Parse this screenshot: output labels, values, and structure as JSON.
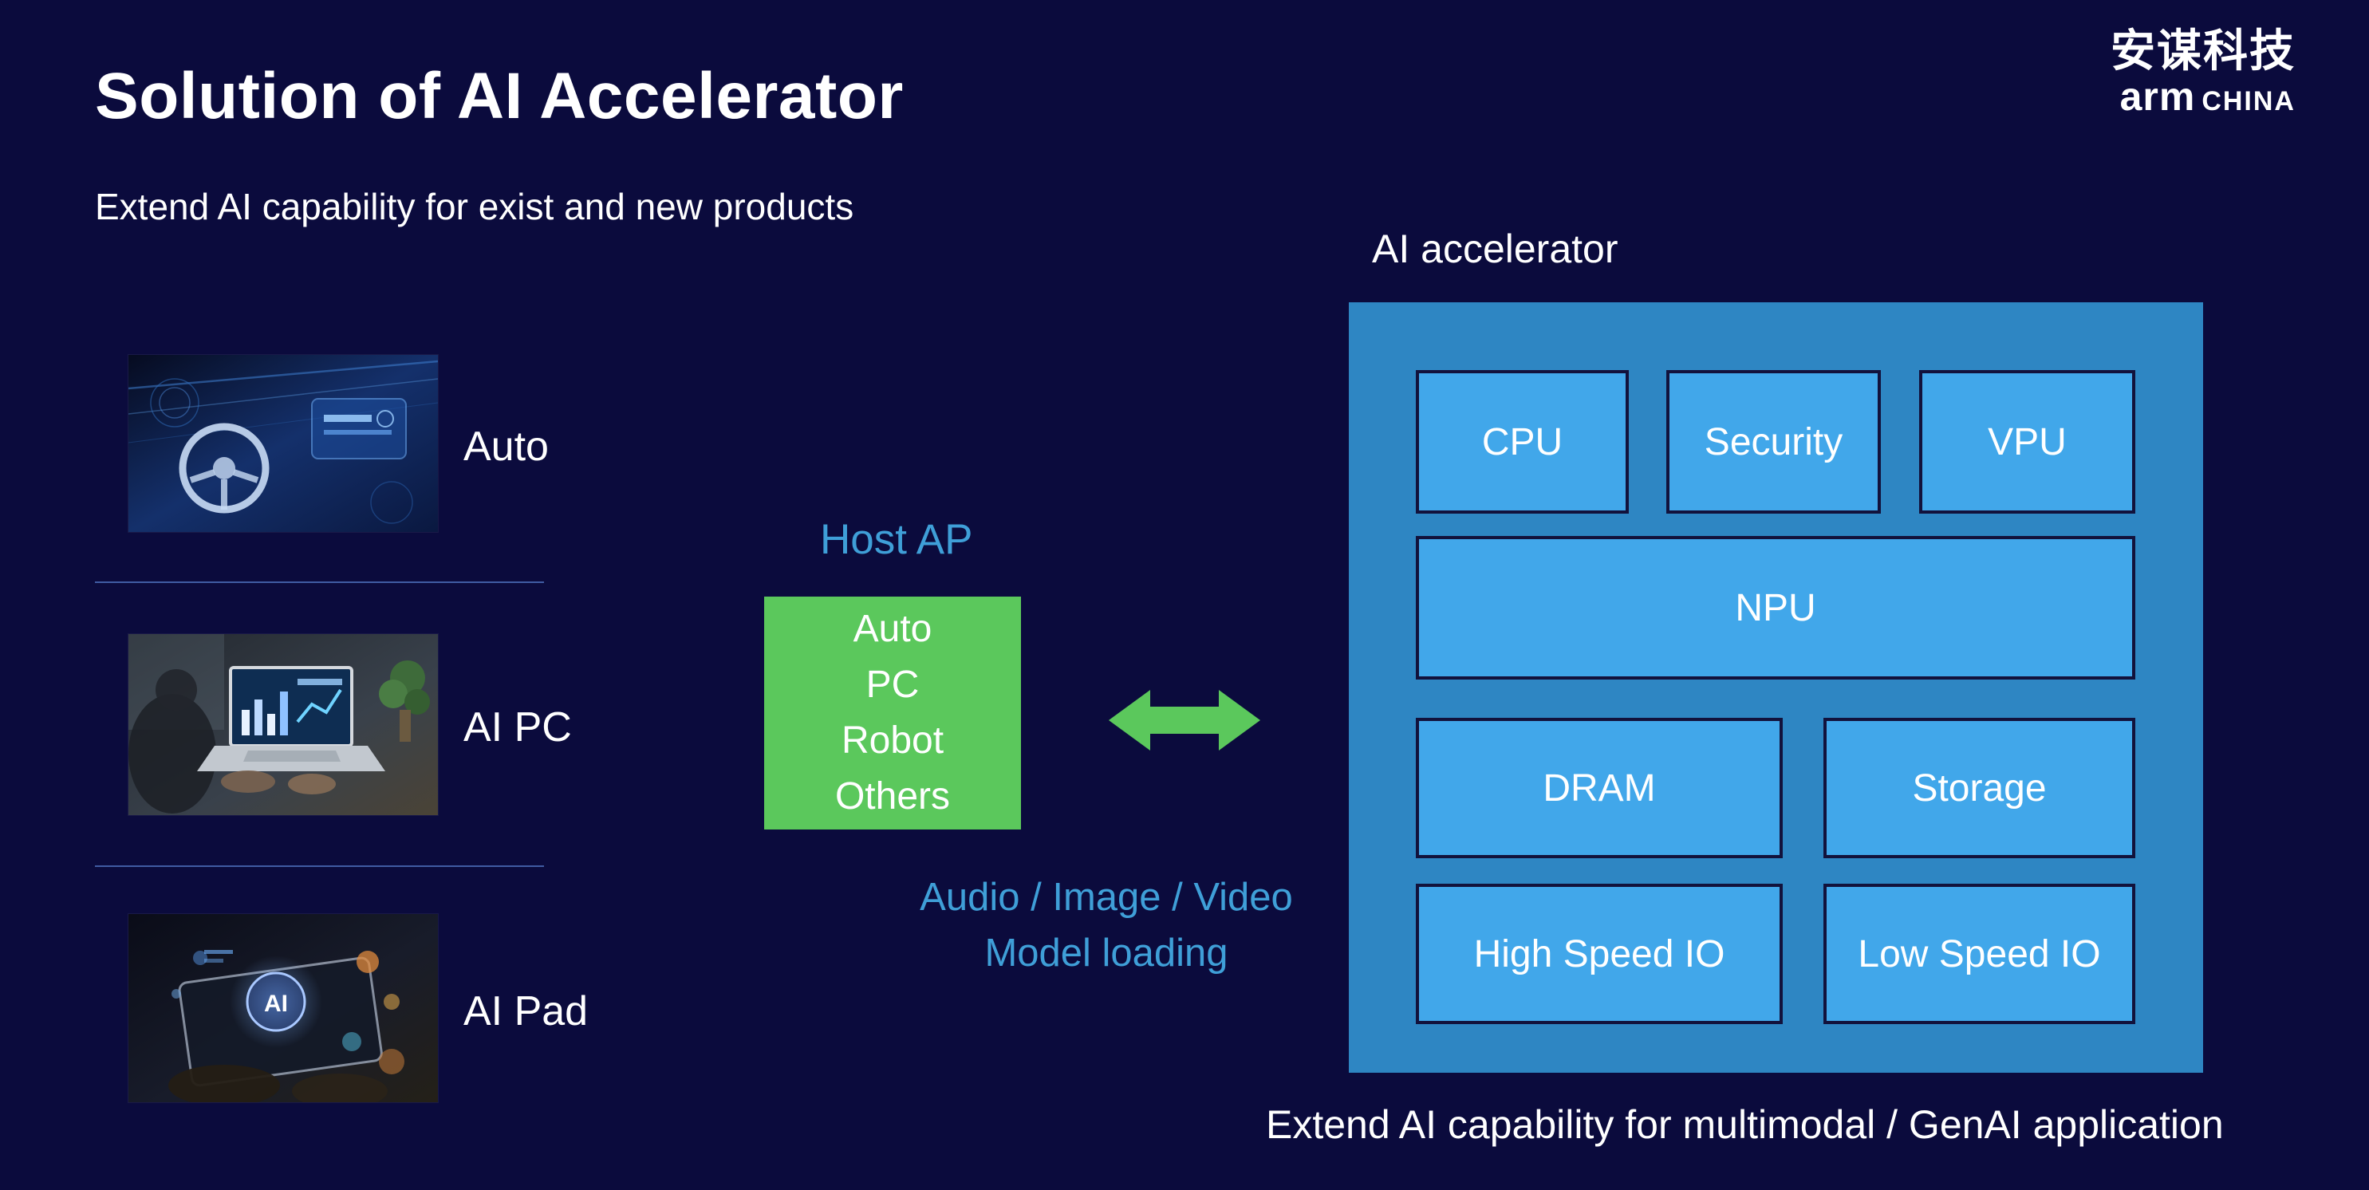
{
  "header": {
    "title": "Solution of AI Accelerator",
    "subtitle": "Extend AI capability for exist and new products"
  },
  "logo": {
    "chinese": "安谋科技",
    "arm": "arm",
    "region": "CHINA"
  },
  "products": [
    {
      "label": "Auto"
    },
    {
      "label": "AI PC"
    },
    {
      "label": "AI Pad"
    }
  ],
  "host_ap": {
    "label": "Host AP",
    "items": [
      "Auto",
      "PC",
      "Robot",
      "Others"
    ]
  },
  "link_text": {
    "line1": "Audio / Image / Video",
    "line2": "Model loading"
  },
  "accelerator": {
    "label": "AI accelerator",
    "row1": [
      "CPU",
      "Security",
      "VPU"
    ],
    "npu": "NPU",
    "row3": [
      "DRAM",
      "Storage"
    ],
    "row4": [
      "High Speed IO",
      "Low Speed IO"
    ]
  },
  "footer": "Extend AI capability for multimodal / GenAI application",
  "images": {
    "ai_pad_badge": "AI"
  },
  "colors": {
    "background": "#0B0B3D",
    "accent_text_blue": "#3F9FD8",
    "accelerator_box": "#2E86C3",
    "chip_blue": "#41A7EA",
    "host_green": "#5BC85C"
  }
}
